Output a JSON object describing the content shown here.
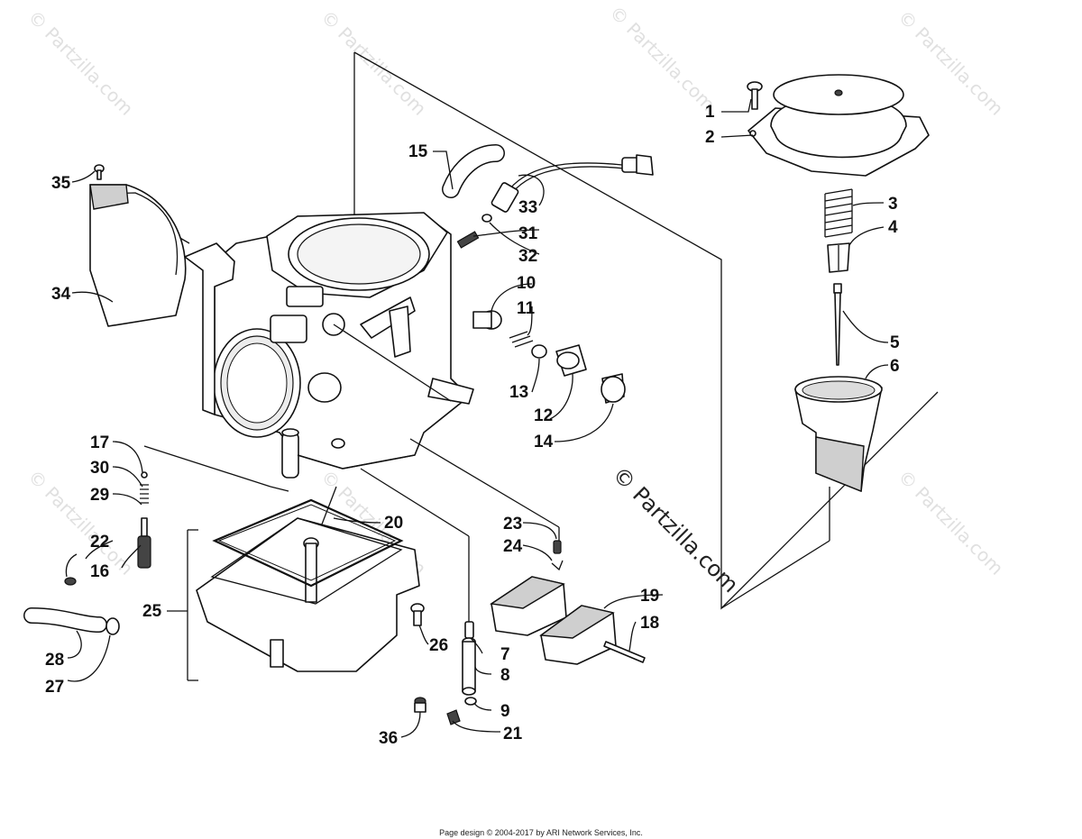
{
  "watermarks": {
    "text": "© Partzilla.com",
    "feature_text": "© Partzilla.com"
  },
  "callouts": [
    {
      "id": "c1",
      "label": "1"
    },
    {
      "id": "c2",
      "label": "2"
    },
    {
      "id": "c3",
      "label": "3"
    },
    {
      "id": "c4",
      "label": "4"
    },
    {
      "id": "c5",
      "label": "5"
    },
    {
      "id": "c6",
      "label": "6"
    },
    {
      "id": "c7",
      "label": "7"
    },
    {
      "id": "c8",
      "label": "8"
    },
    {
      "id": "c9",
      "label": "9"
    },
    {
      "id": "c10",
      "label": "10"
    },
    {
      "id": "c11",
      "label": "11"
    },
    {
      "id": "c12",
      "label": "12"
    },
    {
      "id": "c13",
      "label": "13"
    },
    {
      "id": "c14",
      "label": "14"
    },
    {
      "id": "c15",
      "label": "15"
    },
    {
      "id": "c16",
      "label": "16"
    },
    {
      "id": "c17",
      "label": "17"
    },
    {
      "id": "c18",
      "label": "18"
    },
    {
      "id": "c19",
      "label": "19"
    },
    {
      "id": "c20",
      "label": "20"
    },
    {
      "id": "c21",
      "label": "21"
    },
    {
      "id": "c22",
      "label": "22"
    },
    {
      "id": "c23",
      "label": "23"
    },
    {
      "id": "c24",
      "label": "24"
    },
    {
      "id": "c25",
      "label": "25"
    },
    {
      "id": "c26",
      "label": "26"
    },
    {
      "id": "c27",
      "label": "27"
    },
    {
      "id": "c28",
      "label": "28"
    },
    {
      "id": "c29",
      "label": "29"
    },
    {
      "id": "c30",
      "label": "30"
    },
    {
      "id": "c31",
      "label": "31"
    },
    {
      "id": "c32",
      "label": "32"
    },
    {
      "id": "c33",
      "label": "33"
    },
    {
      "id": "c34",
      "label": "34"
    },
    {
      "id": "c35",
      "label": "35"
    },
    {
      "id": "c36",
      "label": "36"
    }
  ],
  "footer": {
    "text": "Page design © 2004-2017 by ARI Network Services, Inc."
  }
}
